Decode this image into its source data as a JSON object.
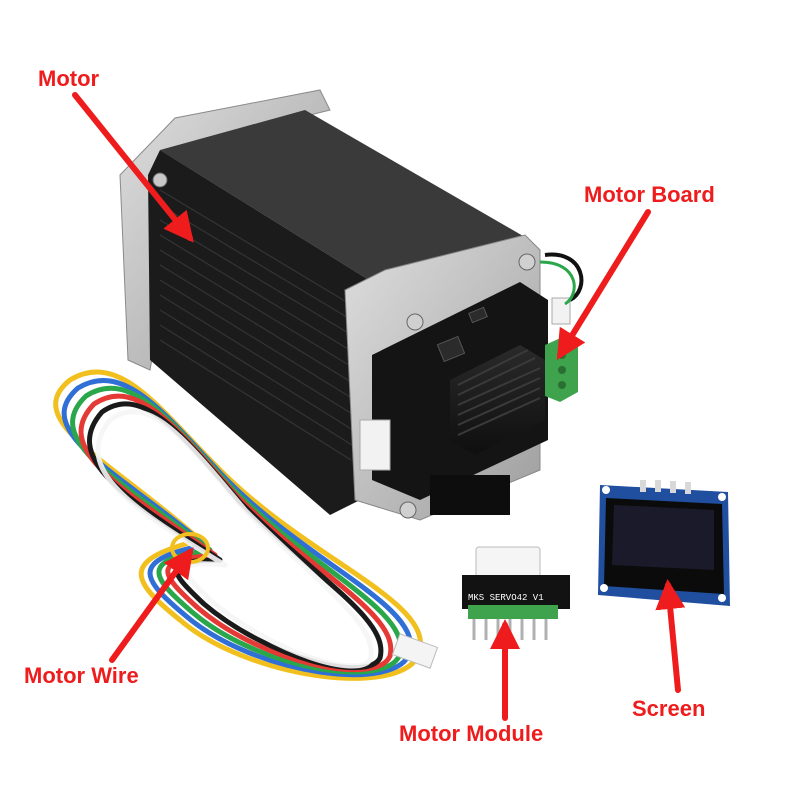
{
  "labels": {
    "motor": "Motor",
    "motor_board": "Motor Board",
    "motor_wire": "Motor Wire",
    "motor_module": "Motor Module",
    "screen": "Screen"
  },
  "module_silkscreen": "MKS SERVO42 V1",
  "colors": {
    "label": "#ee1c1c",
    "arrow": "#ee1c1c",
    "motor_body": "#1b1b1b",
    "metal": "#bdbdbd",
    "board": "#141414",
    "terminal": "#3fa34d",
    "screen_pcb": "#1f4f9e",
    "wire_colors": [
      "#f2c01e",
      "#2f6fd6",
      "#2aa64b",
      "#e53935",
      "#1a1a1a",
      "#f5f5f5"
    ]
  }
}
